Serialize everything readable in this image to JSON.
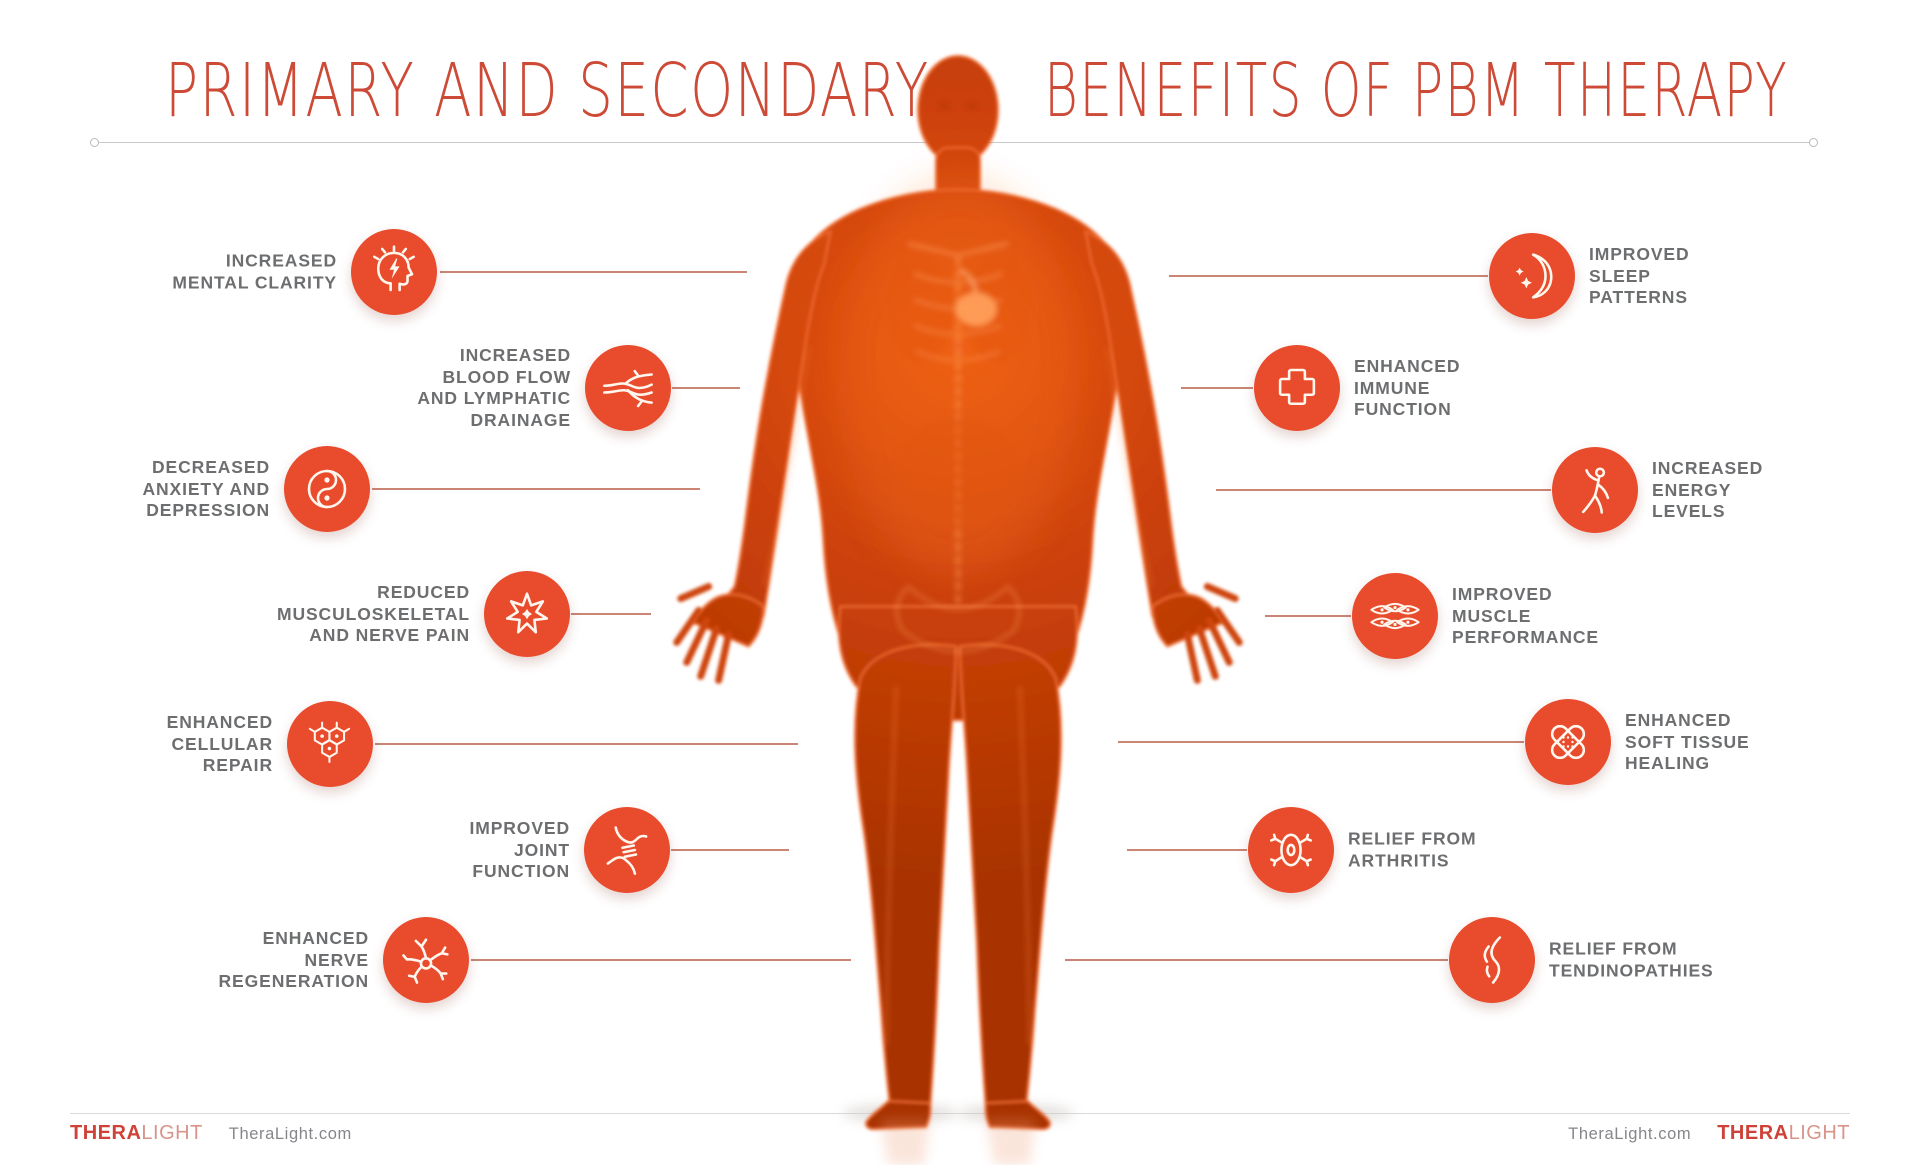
{
  "title": {
    "left": "PRIMARY AND SECONDARY",
    "right": "BENEFITS OF PBM THERAPY"
  },
  "benefits": {
    "left": [
      {
        "id": "mental-clarity",
        "icon": "head-lightbulb-icon",
        "label_lines": [
          "INCREASED",
          "MENTAL CLARITY"
        ]
      },
      {
        "id": "blood-flow",
        "icon": "vessels-icon",
        "label_lines": [
          "INCREASED",
          "BLOOD FLOW",
          "AND LYMPHATIC",
          "DRAINAGE"
        ]
      },
      {
        "id": "anxiety-depression",
        "icon": "yin-yang-icon",
        "label_lines": [
          "DECREASED",
          "ANXIETY AND",
          "DEPRESSION"
        ]
      },
      {
        "id": "musculoskeletal-pain",
        "icon": "starburst-icon",
        "label_lines": [
          "REDUCED",
          "MUSCULOSKELETAL",
          "AND NERVE PAIN"
        ]
      },
      {
        "id": "cellular-repair",
        "icon": "hexagon-cells-icon",
        "label_lines": [
          "ENHANCED",
          "CELLULAR",
          "REPAIR"
        ]
      },
      {
        "id": "joint-function",
        "icon": "joint-icon",
        "label_lines": [
          "IMPROVED",
          "JOINT",
          "FUNCTION"
        ]
      },
      {
        "id": "nerve-regeneration",
        "icon": "neuron-icon",
        "label_lines": [
          "ENHANCED",
          "NERVE",
          "REGENERATION"
        ]
      }
    ],
    "right": [
      {
        "id": "sleep-patterns",
        "icon": "moon-stars-icon",
        "label_lines": [
          "IMPROVED",
          "SLEEP",
          "PATTERNS"
        ]
      },
      {
        "id": "immune-function",
        "icon": "medical-cross-icon",
        "label_lines": [
          "ENHANCED",
          "IMMUNE",
          "FUNCTION"
        ]
      },
      {
        "id": "energy-levels",
        "icon": "active-person-icon",
        "label_lines": [
          "INCREASED",
          "ENERGY",
          "LEVELS"
        ]
      },
      {
        "id": "muscle-performance",
        "icon": "muscle-fibers-icon",
        "label_lines": [
          "IMPROVED",
          "MUSCLE",
          "PERFORMANCE"
        ]
      },
      {
        "id": "soft-tissue-healing",
        "icon": "crossed-bandages-icon",
        "label_lines": [
          "ENHANCED",
          "SOFT TISSUE",
          "HEALING"
        ]
      },
      {
        "id": "arthritis-relief",
        "icon": "cell-mite-icon",
        "label_lines": [
          "RELIEF FROM",
          "ARTHRITIS"
        ]
      },
      {
        "id": "tendinopathies-relief",
        "icon": "bent-knee-icon",
        "label_lines": [
          "RELIEF FROM",
          "TENDINOPATHIES"
        ]
      }
    ]
  },
  "footer": {
    "brand_bold": "THERA",
    "brand_light": "LIGHT",
    "url_label": "TheraLight.com"
  },
  "colors": {
    "accent_circle": "#e94b2d",
    "connector_line": "#c2705c",
    "label_gray": "#6d6e70",
    "title_red": "#cc4a36",
    "logo_red": "#cf4238",
    "logo_light": "#d8948a",
    "hairline_gray": "#c9c9ca",
    "footer_gray": "#85868a",
    "icon_stroke": "#fff7ee",
    "body_orange_deep": "#a83303",
    "body_orange_mid": "#cc4108",
    "body_orange_bright": "#ea5a12"
  }
}
